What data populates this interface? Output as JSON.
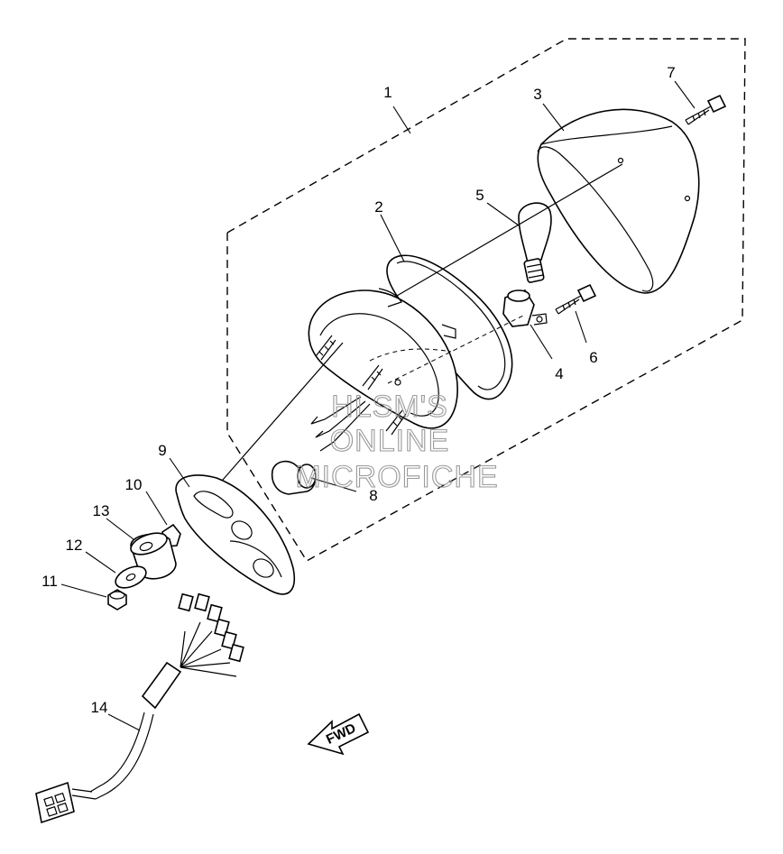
{
  "callouts": [
    {
      "id": "1",
      "label": "1"
    },
    {
      "id": "2",
      "label": "2"
    },
    {
      "id": "3",
      "label": "3"
    },
    {
      "id": "4",
      "label": "4"
    },
    {
      "id": "5",
      "label": "5"
    },
    {
      "id": "6",
      "label": "6"
    },
    {
      "id": "7",
      "label": "7"
    },
    {
      "id": "8",
      "label": "8"
    },
    {
      "id": "9",
      "label": "9"
    },
    {
      "id": "10",
      "label": "10"
    },
    {
      "id": "11",
      "label": "11"
    },
    {
      "id": "12",
      "label": "12"
    },
    {
      "id": "13",
      "label": "13"
    },
    {
      "id": "14",
      "label": "14"
    }
  ],
  "watermark": {
    "line1": "HLSM'S",
    "line2": "ONLINE",
    "line3": "MICROFICHE"
  },
  "direction_badge": {
    "text": "FWD"
  }
}
